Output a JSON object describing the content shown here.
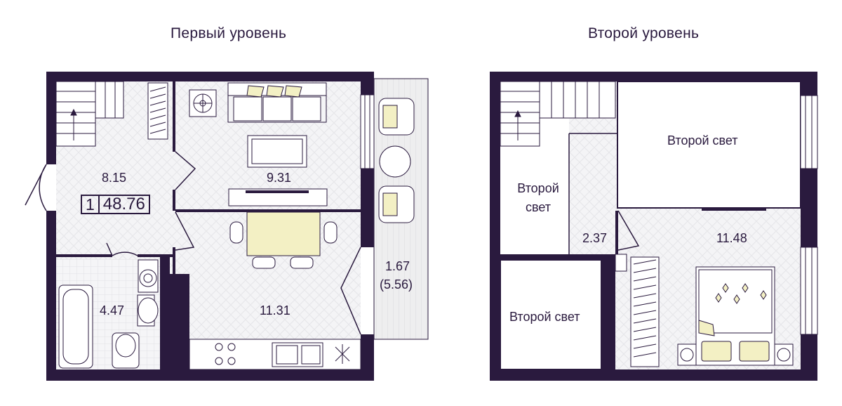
{
  "level1": {
    "title": "Первый уровень",
    "rooms": {
      "hall": "8.15",
      "living": "9.31",
      "bath": "4.47",
      "kitchen": "11.31",
      "balcony": "1.67",
      "balcony_full": "(5.56)"
    },
    "summary": {
      "rooms_count": "1",
      "total_area": "48.76"
    }
  },
  "level2": {
    "title": "Второй уровень",
    "rooms": {
      "second_light_top": "Второй свет",
      "second_light_left_line1": "Второй",
      "second_light_left_line2": "свет",
      "second_light_bottom": "Второй свет",
      "corridor": "2.37",
      "bedroom": "11.48"
    }
  },
  "colors": {
    "wall": "#2a1a3e",
    "accent": "#f3f0c4",
    "floor": "#f4f4f6",
    "tile": "#e9e9ee"
  }
}
